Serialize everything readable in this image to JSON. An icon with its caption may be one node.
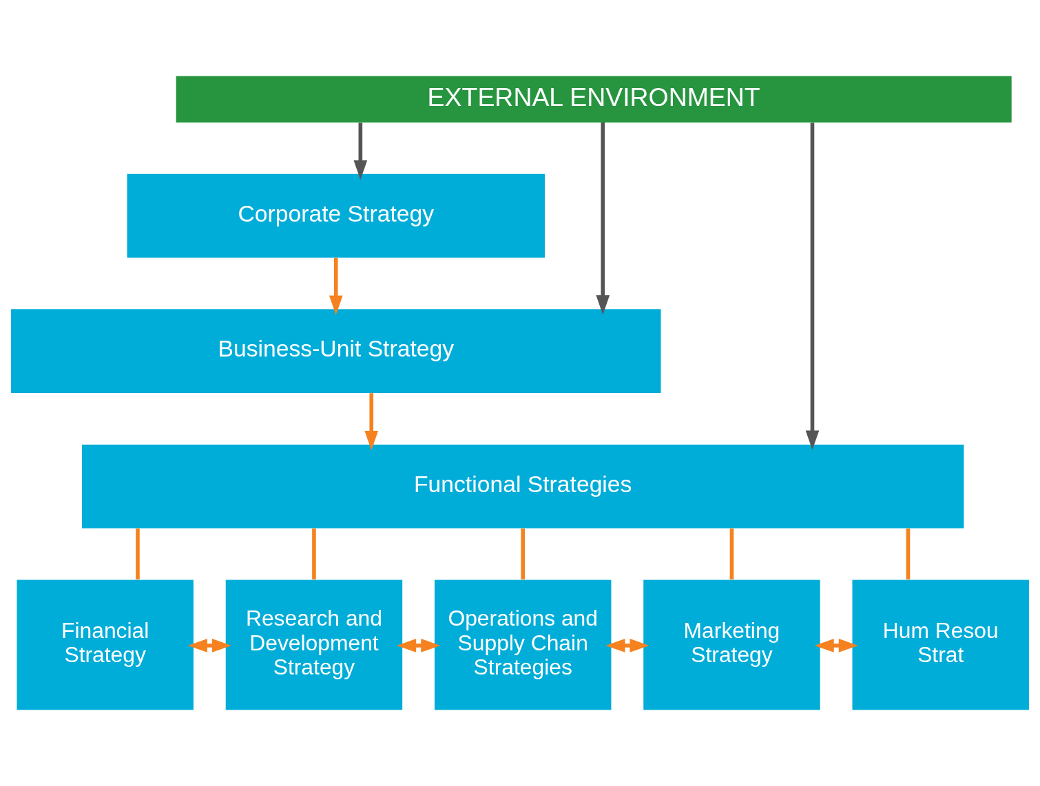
{
  "diagram": {
    "nodes": [
      {
        "text": [
          "EXTERNAL ENVIRONMENT"
        ]
      },
      {
        "text": [
          "Corporate Strategy"
        ]
      },
      {
        "text": [
          "Business-Unit Strategy"
        ]
      },
      {
        "text": [
          "Functional Strategies"
        ]
      },
      {
        "text": [
          "Financial Strategy"
        ]
      },
      {
        "text": [
          "Research and Development Strategy"
        ]
      },
      {
        "text": [
          "Operations and Supply Chain Strategies"
        ]
      },
      {
        "text": [
          "Marketing Strategy"
        ]
      },
      {
        "text": [
          "Hum Resou Strat"
        ]
      }
    ],
    "edges": [
      {
        "from": 0,
        "to": 1,
        "arrow": "to",
        "color": "#555555"
      },
      {
        "from": 0,
        "to": 2,
        "arrow": "to",
        "color": "#555555"
      },
      {
        "from": 0,
        "to": 3,
        "arrow": "to",
        "color": "#555555"
      },
      {
        "from": 1,
        "to": 2,
        "arrow": "to"
      },
      {
        "from": 2,
        "to": 3,
        "arrow": "to"
      },
      {
        "from": 3,
        "to": 4,
        "arrow": "none"
      },
      {
        "from": 3,
        "to": 5,
        "arrow": "none"
      },
      {
        "from": 3,
        "to": 6,
        "arrow": "none"
      },
      {
        "from": 3,
        "to": 7,
        "arrow": "none"
      },
      {
        "from": 3,
        "to": 8,
        "arrow": "none"
      },
      {
        "from": 4,
        "to": 5,
        "arrow": "both"
      },
      {
        "from": 5,
        "to": 6,
        "arrow": "both"
      },
      {
        "from": 6,
        "to": 7,
        "arrow": "both"
      },
      {
        "from": 7,
        "to": 8,
        "arrow": "both"
      }
    ]
  }
}
